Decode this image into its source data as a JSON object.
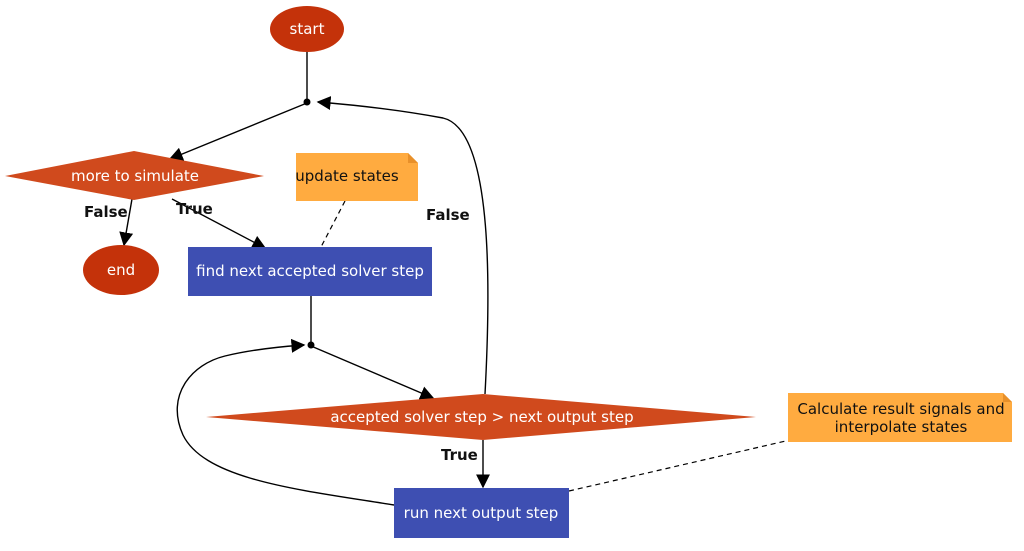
{
  "colors": {
    "terminal": "#c4320a",
    "decision": "#d04a1d",
    "process": "#3e4fb2",
    "note": "#ffab40",
    "note_fold": "#e8902a",
    "edge": "#000000"
  },
  "nodes": {
    "start": "start",
    "end": "end",
    "more_to_simulate": "more to simulate",
    "find_next_step": "find next accepted solver step",
    "compare_steps": "accepted solver step > next output step",
    "run_output_step": "run next output step"
  },
  "notes": {
    "update_states": "update states",
    "calculate_line1": "Calculate result signals and",
    "calculate_line2": "interpolate states"
  },
  "edge_labels": {
    "more_false": "False",
    "more_true": "True",
    "compare_false": "False",
    "compare_true": "True"
  }
}
